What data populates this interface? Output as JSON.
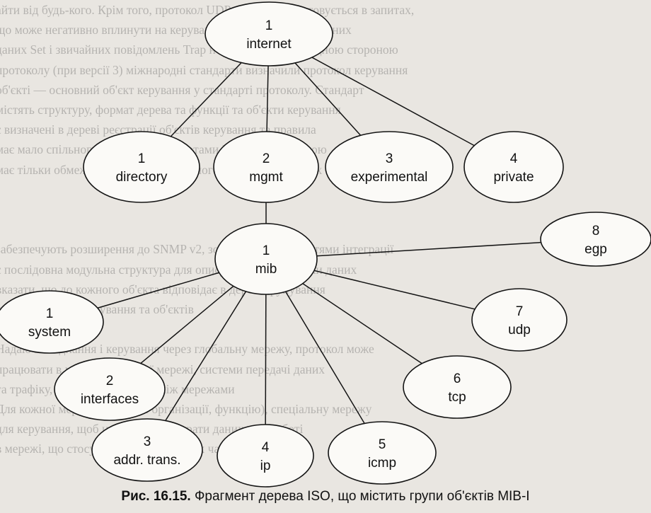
{
  "background_text": [
    "айти від будь-кого. Крім того, протокол UDP часто використовується в запитах,",
    "що може негативно вплинути на керування мережею. Втрата даних",
    "даних Set і звичайних повідомлень Trap не буде помічена жодною стороною",
    "протоколу (при версії 3) міжнародні стандарти визначили протокол керування",
    "об'єкті — основний об'єкт керування у стандарті протоколу. Стандарт",
    "містять структуру, формат дерева та функції та об'єкти керування",
    "є визначені в дереві реєстрації об'єктів керування та правила",
    "має мало спільного з іншими стандартами ISO, які об'єднаною",
    "має тільки обмежений об'єм призначеного для передачі даних",
    "",
    "",
    "",
    "забезпечують розширення до SNMP v2, зокрема з можливостями інтеграції",
    "є послідовна модульна структура для опису процесів обробки даних",
    "вказати, що до кожного об'єкта відповідає в дереві групування",
    "у групи об'єктів керування та об'єктів",
    "",
    "Надаючи з'єднання і керування через глобальну мережу, протокол може",
    "працювати в межах локальної мережі, системи передачі даних",
    "та трафіку, а також організації між мережами",
    "Для кожної мережі (за умови організації, функцію), спеціальну мережу",
    "для керування, щоб не допустити втрати даних при роботі",
    "в мережі, що стосується прямо в різних частинах."
  ],
  "nodes": [
    {
      "id": "internet",
      "number": "1",
      "name": "internet"
    },
    {
      "id": "directory",
      "number": "1",
      "name": "directory"
    },
    {
      "id": "mgmt",
      "number": "2",
      "name": "mgmt"
    },
    {
      "id": "experimental",
      "number": "3",
      "name": "experimental"
    },
    {
      "id": "private",
      "number": "4",
      "name": "private"
    },
    {
      "id": "mib",
      "number": "1",
      "name": "mib"
    },
    {
      "id": "system",
      "number": "1",
      "name": "system"
    },
    {
      "id": "interfaces",
      "number": "2",
      "name": "interfaces"
    },
    {
      "id": "addr-trans",
      "number": "3",
      "name": "addr. trans."
    },
    {
      "id": "ip",
      "number": "4",
      "name": "ip"
    },
    {
      "id": "icmp",
      "number": "5",
      "name": "icmp"
    },
    {
      "id": "tcp",
      "number": "6",
      "name": "tcp"
    },
    {
      "id": "udp",
      "number": "7",
      "name": "udp"
    },
    {
      "id": "egp",
      "number": "8",
      "name": "egp"
    }
  ],
  "edges": [
    [
      "internet",
      "directory"
    ],
    [
      "internet",
      "mgmt"
    ],
    [
      "internet",
      "experimental"
    ],
    [
      "internet",
      "private"
    ],
    [
      "mgmt",
      "mib"
    ],
    [
      "mib",
      "system"
    ],
    [
      "mib",
      "interfaces"
    ],
    [
      "mib",
      "addr-trans"
    ],
    [
      "mib",
      "ip"
    ],
    [
      "mib",
      "icmp"
    ],
    [
      "mib",
      "tcp"
    ],
    [
      "mib",
      "udp"
    ],
    [
      "mib",
      "egp"
    ]
  ],
  "caption": {
    "figure": "Рис. 16.15.",
    "text": " Фрагмент дерева ISO, що містить групи об'єктів MIB-I"
  }
}
